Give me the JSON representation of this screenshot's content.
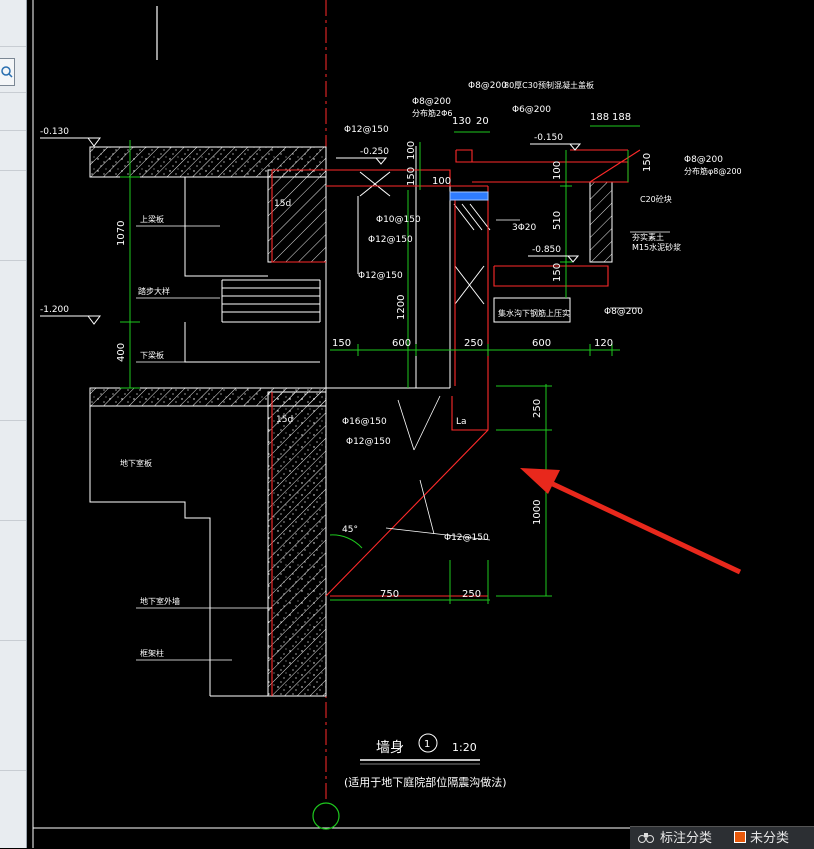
{
  "colors": {
    "background": "#000000",
    "red": "#ff2a2a",
    "green": "#1ec81e",
    "white": "#ffffff",
    "annotation_arrow": "#e8281c"
  },
  "dims": {
    "d150a": "150",
    "d600a": "600",
    "d250a": "250",
    "d600b": "600",
    "d120": "120",
    "d750": "750",
    "d250b": "250",
    "d1000": "1000",
    "d250c": "250",
    "d1070": "1070",
    "d1200": "1200",
    "d400": "400",
    "d100a": "100",
    "d150b": "150",
    "d130": "130",
    "d20": "20",
    "d100b": "100",
    "d188a": "188",
    "d188b": "188",
    "d150c": "150",
    "d510": "510",
    "d150d": "150",
    "d100c": "100"
  },
  "labels": {
    "elev_m0130": "-0.130",
    "elev_m1200": "-1.200",
    "elev_m0250": "-0.250",
    "elev_m0150": "-0.150",
    "elev_m0850": "-0.850",
    "rebar_12_150_a": "Φ12@150",
    "rebar_10_150": "Φ10@150",
    "rebar_12_150_b": "Φ12@150",
    "rebar_12_150_c": "Φ12@150",
    "rebar_16_150": "Φ16@150",
    "rebar_12_150_d": "Φ12@150",
    "rebar_12_150_e": "Φ12@150",
    "rebar_8_200_a": "Φ8@200",
    "rebar_8_200_b": "Φ8@200",
    "rebar_6_200": "Φ6@200",
    "rebar_8_200_c": "Φ8@200",
    "rebar_8_200_d": "Φ8@200",
    "bars_3_20": "3Φ20",
    "len_15d_a": "15d",
    "len_15d_b": "15d",
    "len_la": "La",
    "angle_45": "45°",
    "tag_100": "100",
    "top_slab_note": "80厚C30预制混凝土盖板",
    "spacer_note": "分布筋2Φ6",
    "dist_note": "分布筋φ8@200",
    "cover_note": "C20砼块",
    "fill_note_1": "夯实素土",
    "fill_note_2": "M15水泥砂浆",
    "precast_note": "集水沟下钢筋上压实",
    "upper_beam": "上梁板",
    "ramp": "踏步大样",
    "lower_beam": "下梁板",
    "basement_slab": "地下室板",
    "basement_wall": "地下室外墙",
    "column_label": "框架柱"
  },
  "title": {
    "main": "墙身",
    "index": "1",
    "scale": "1:20",
    "subtitle": "(适用于地下庭院部位隔震沟做法)"
  },
  "bottom_bar": {
    "tab1": "标注分类",
    "tab2": "未分类"
  },
  "icons": [
    "search-icon",
    "binoculars-icon",
    "layer-color-icon"
  ]
}
